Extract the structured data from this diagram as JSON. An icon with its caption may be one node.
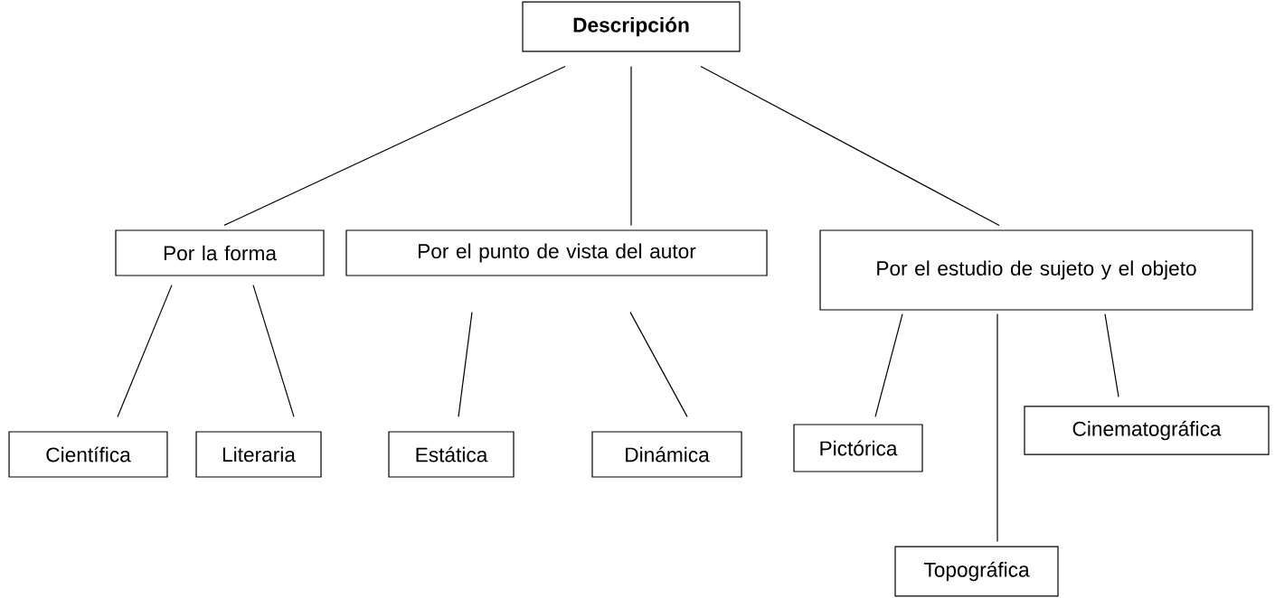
{
  "diagram": {
    "nodes": [
      {
        "text": [
          "Descripción"
        ]
      },
      {
        "text": [
          "Por la forma"
        ]
      },
      {
        "text": [
          "Por el punto de vista del autor"
        ]
      },
      {
        "text": [
          "Por el estudio de sujeto y el objeto"
        ]
      },
      {
        "text": [
          "Científica"
        ]
      },
      {
        "text": [
          "Literaria"
        ]
      },
      {
        "text": [
          "Estática"
        ]
      },
      {
        "text": [
          "Dinámica"
        ]
      },
      {
        "text": [
          "Pictórica"
        ]
      },
      {
        "text": [
          "Cinematográfica"
        ]
      },
      {
        "text": [
          "Topográfica"
        ]
      }
    ],
    "edges": [
      {
        "from": 0,
        "to": 1,
        "arrow": "none"
      },
      {
        "from": 0,
        "to": 2,
        "arrow": "none"
      },
      {
        "from": 0,
        "to": 3,
        "arrow": "none"
      },
      {
        "from": 1,
        "to": 4,
        "arrow": "none"
      },
      {
        "from": 1,
        "to": 5,
        "arrow": "none"
      },
      {
        "from": 2,
        "to": 6,
        "arrow": "none"
      },
      {
        "from": 2,
        "to": 7,
        "arrow": "none"
      },
      {
        "from": 3,
        "to": 8,
        "arrow": "none"
      },
      {
        "from": 3,
        "to": 10,
        "arrow": "none"
      },
      {
        "from": 3,
        "to": 9,
        "arrow": "none"
      }
    ]
  }
}
